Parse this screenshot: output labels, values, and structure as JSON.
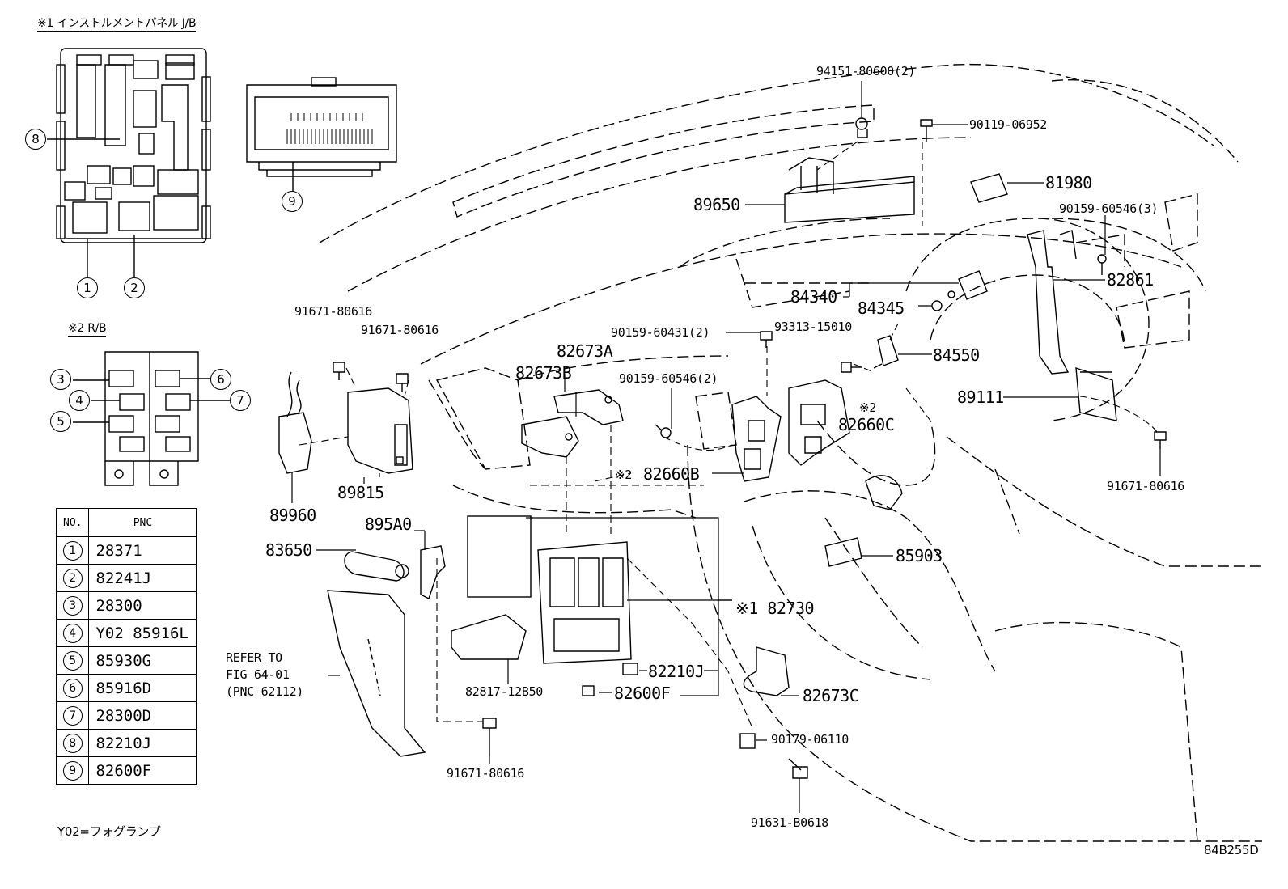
{
  "diagram_code": "84B255D",
  "jb_inset": {
    "title": "※1 インストルメントパネル J/B",
    "circle_labels": [
      "8",
      "9",
      "1",
      "2"
    ]
  },
  "rb_inset": {
    "title": "※2 R/B",
    "circle_labels": [
      "3",
      "4",
      "5",
      "6",
      "7"
    ]
  },
  "pnc_table": {
    "headers": [
      "NO.",
      "PNC"
    ],
    "rows": [
      {
        "no": "1",
        "pnc": "28371"
      },
      {
        "no": "2",
        "pnc": "82241J"
      },
      {
        "no": "3",
        "pnc": "28300"
      },
      {
        "no": "4",
        "pnc": "Y02 85916L"
      },
      {
        "no": "5",
        "pnc": "85930G"
      },
      {
        "no": "6",
        "pnc": "85916D"
      },
      {
        "no": "7",
        "pnc": "28300D"
      },
      {
        "no": "8",
        "pnc": "82210J"
      },
      {
        "no": "9",
        "pnc": "82600F"
      }
    ]
  },
  "footnote": "Y02=フォグランプ",
  "refer_note": [
    "REFER TO",
    "FIG 64-01",
    "(PNC 62112)"
  ],
  "part_labels": {
    "p94151": "94151-80600(2)",
    "p90119": "90119-06952",
    "p81980": "81980",
    "p89650": "89650",
    "p90159_3": "90159-60546(3)",
    "p82861": "82861",
    "p84340": "84340",
    "p84345": "84345",
    "p93313": "93313-15010",
    "p84550": "84550",
    "p90159_60431": "90159-60431(2)",
    "p82673A": "82673A",
    "p82673B": "82673B",
    "p90159_2": "90159-60546(2)",
    "p91671_a": "91671-80616",
    "p91671_b": "91671-80616",
    "p89111": "89111",
    "p82660C": "82660C",
    "p82660B": "82660B",
    "p2_ref_a": "※2",
    "p2_ref_b": "※2",
    "p91671_right": "91671-80616",
    "p89960": "89960",
    "p89815": "89815",
    "p895A0": "895A0",
    "p83650": "83650",
    "p85903": "85903",
    "p82730": "※1 82730",
    "p82210J": "82210J",
    "p82600F": "82600F",
    "p82817": "82817-12B50",
    "p82673C": "82673C",
    "p90179": "90179-06110",
    "p91671_bottom": "91671-80616",
    "p91631": "91631-B0618"
  }
}
